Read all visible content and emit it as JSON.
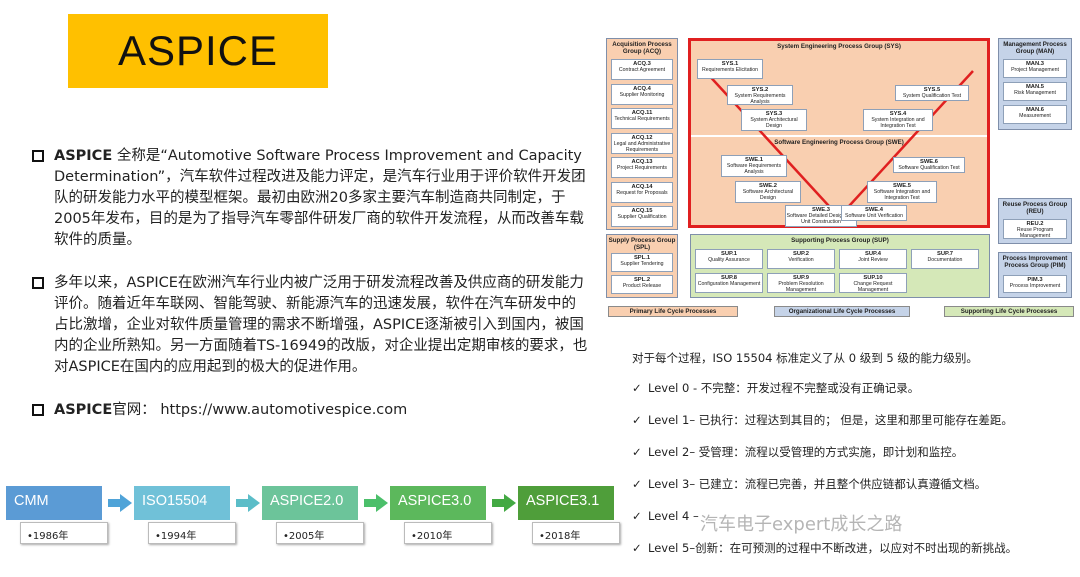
{
  "title": "ASPICE",
  "bullets": [
    {
      "lead": "ASPICE",
      "text": " 全称是“Automotive Software Process Improvement and Capacity Determination”，汽车软件过程改进及能力评定，是汽车行业用于评价软件开发团队的研发能力水平的模型框架。最初由欧洲20多家主要汽车制造商共同制定，于2005年发布，目的是为了指导汽车零部件研发厂商的软件开发流程，从而改善车载软件的质量。"
    },
    {
      "lead": "",
      "text": "多年以来，ASPICE在欧洲汽车行业内被广泛用于研发流程改善及供应商的研发能力评价。随着近年车联网、智能驾驶、新能源汽车的迅速发展，软件在汽车研发中的占比激增，企业对软件质量管理的需求不断增强，ASPICE逐渐被引入到国内，被国内的企业所熟知。另一方面随着TS-16949的改版，对企业提出定期审核的要求，也对ASPICE在国内的应用起到的极大的促进作用。"
    },
    {
      "lead": "ASPICE",
      "text": "官网：  https://www.automotivespice.com"
    }
  ],
  "timeline": [
    {
      "name": "CMM",
      "year": "•1986年",
      "color": "#5b9bd5"
    },
    {
      "name": "ISO15504",
      "year": "•1994年",
      "color": "#70c1d8"
    },
    {
      "name": "ASPICE2.0",
      "year": "•2005年",
      "color": "#6cc49a"
    },
    {
      "name": "ASPICE3.0",
      "year": "•2010年",
      "color": "#5cb85c"
    },
    {
      "name": "ASPICE3.1",
      "year": "•2018年",
      "color": "#4f9e3a"
    }
  ],
  "timeline_arrows": [
    "#4fa3d8",
    "#5bbdc8",
    "#4bbf6a",
    "#43a943"
  ],
  "diagram": {
    "acq": {
      "title": "Acquisition Process Group (ACQ)",
      "items": [
        {
          "id": "ACQ.3",
          "name": "Contract Agreement"
        },
        {
          "id": "ACQ.4",
          "name": "Supplier Monitoring"
        },
        {
          "id": "ACQ.11",
          "name": "Technical Requirements"
        },
        {
          "id": "ACQ.12",
          "name": "Legal and Administrative Requirements"
        },
        {
          "id": "ACQ.13",
          "name": "Project Requirements"
        },
        {
          "id": "ACQ.14",
          "name": "Request for Proposals"
        },
        {
          "id": "ACQ.15",
          "name": "Supplier Qualification"
        }
      ]
    },
    "sys": {
      "title": "System Engineering Process Group (SYS)",
      "items": [
        {
          "id": "SYS.1",
          "name": "Requirements Elicitation"
        },
        {
          "id": "SYS.2",
          "name": "System Requirements Analysis"
        },
        {
          "id": "SYS.3",
          "name": "System Architectural Design"
        },
        {
          "id": "SYS.4",
          "name": "System Integration and Integration Test"
        },
        {
          "id": "SYS.5",
          "name": "System Qualification Test"
        }
      ]
    },
    "swe": {
      "title": "Software Engineering Process Group (SWE)",
      "items": [
        {
          "id": "SWE.1",
          "name": "Software Requirements Analysis"
        },
        {
          "id": "SWE.2",
          "name": "Software Architectural Design"
        },
        {
          "id": "SWE.3",
          "name": "Software Detailed Design and Unit Construction"
        },
        {
          "id": "SWE.4",
          "name": "Software Unit Verification"
        },
        {
          "id": "SWE.5",
          "name": "Software Integration and Integration Test"
        },
        {
          "id": "SWE.6",
          "name": "Software Qualification Test"
        }
      ]
    },
    "man": {
      "title": "Management Process Group (MAN)",
      "items": [
        {
          "id": "MAN.3",
          "name": "Project Management"
        },
        {
          "id": "MAN.5",
          "name": "Risk Management"
        },
        {
          "id": "MAN.6",
          "name": "Measurement"
        }
      ]
    },
    "reu": {
      "title": "Reuse Process Group (REU)",
      "items": [
        {
          "id": "REU.2",
          "name": "Reuse Program Management"
        }
      ]
    },
    "pim": {
      "title": "Process Improvement Process Group (PIM)",
      "items": [
        {
          "id": "PIM.3",
          "name": "Process Improvement"
        }
      ]
    },
    "spl": {
      "title": "Supply Process Group (SPL)",
      "items": [
        {
          "id": "SPL.1",
          "name": "Supplier Tendering"
        },
        {
          "id": "SPL.2",
          "name": "Product Release"
        }
      ]
    },
    "sup": {
      "title": "Supporting Process Group (SUP)",
      "items": [
        {
          "id": "SUP.1",
          "name": "Quality Assurance"
        },
        {
          "id": "SUP.2",
          "name": "Verification"
        },
        {
          "id": "SUP.4",
          "name": "Joint Review"
        },
        {
          "id": "SUP.7",
          "name": "Documentation"
        },
        {
          "id": "SUP.8",
          "name": "Configuration Management"
        },
        {
          "id": "SUP.9",
          "name": "Problem Resolution Management"
        },
        {
          "id": "SUP.10",
          "name": "Change Request Management"
        }
      ]
    },
    "legend": [
      "Primary Life Cycle Processes",
      "Organizational Life Cycle Processes",
      "Supporting Life Cycle Processes"
    ],
    "colors": {
      "primary": "#f9cfb0",
      "organizational": "#c5d3e8",
      "supporting": "#d5e8b8",
      "highlight": "#e02020"
    }
  },
  "levels": {
    "intro": "对于每个过程，ISO 15504 标准定义了从 0 级到 5 级的能力级别。",
    "items": [
      {
        "check": "✓",
        "label": "Level 0",
        "text": " - 不完整：开发过程不完整或没有正确记录。"
      },
      {
        "check": "✓",
        "label": "Level 1",
        "text": "– 已执行：过程达到其目的；  但是，这里和那里可能存在差距。"
      },
      {
        "check": "✓",
        "label": "Level 2",
        "text": "– 受管理：流程以受管理的方式实施，即计划和监控。"
      },
      {
        "check": "✓",
        "label": "Level 3",
        "text": "– 已建立：流程已完善，并且整个供应链都认真遵循文档。"
      },
      {
        "check": "✓",
        "label": "Level 4",
        "text": " –"
      },
      {
        "check": "✓",
        "label": "Level 5",
        "text": "–创新：在可预测的过程中不断改进，以应对不时出现的新挑战。"
      }
    ]
  },
  "watermark": "汽车电子expert成长之路"
}
